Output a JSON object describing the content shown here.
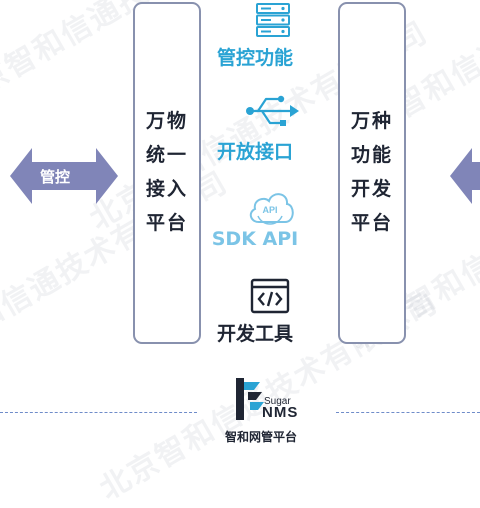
{
  "watermark": "北京智和信通技术有限公司",
  "left_arrow": {
    "label": "管控",
    "color": "#8085b8"
  },
  "left_panel": {
    "lines": [
      "万物",
      "统一",
      "接入",
      "平台"
    ]
  },
  "right_panel": {
    "lines": [
      "万种",
      "功能",
      "开发",
      "平台"
    ]
  },
  "features": [
    {
      "label": "管控功能",
      "icon": "server-icon"
    },
    {
      "label": "开放接口",
      "icon": "usb-icon"
    },
    {
      "label": "SDK API",
      "icon": "cloud-api-icon"
    },
    {
      "label": "开发工具",
      "icon": "code-window-icon"
    }
  ],
  "logo": {
    "line1": "Sugar",
    "line2": "NMS",
    "caption": "智和网管平台"
  },
  "colors": {
    "accent": "#2aa3d4",
    "dark_text": "#1f2533",
    "border": "#8891ae",
    "arrow": "#8085b8",
    "dashed": "#6f8cc9"
  }
}
